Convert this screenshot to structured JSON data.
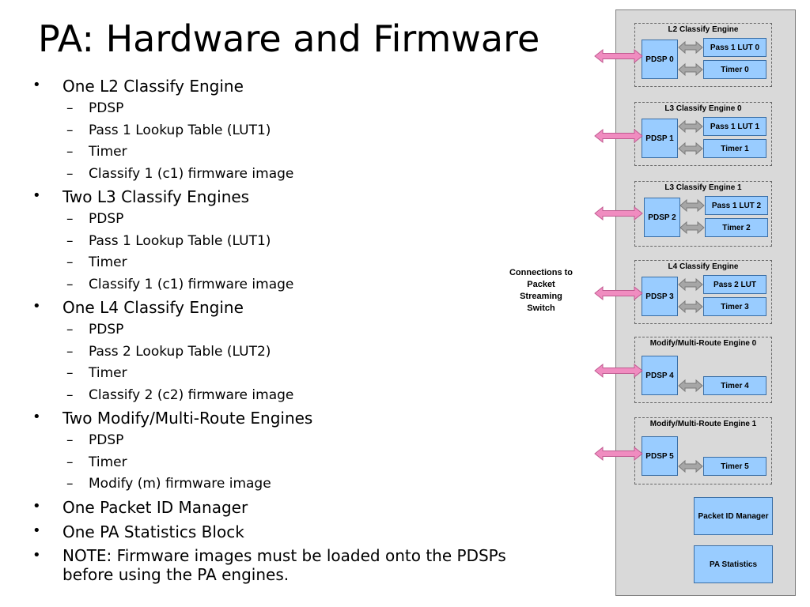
{
  "title": "PA: Hardware and Firmware",
  "bullets": [
    {
      "text": "One L2 Classify Engine",
      "subs": [
        "PDSP",
        "Pass 1 Lookup Table (LUT1)",
        "Timer",
        "Classify 1 (c1) firmware image"
      ]
    },
    {
      "text": "Two L3 Classify Engines",
      "subs": [
        "PDSP",
        "Pass 1 Lookup Table (LUT1)",
        "Timer",
        "Classify 1 (c1) firmware image"
      ]
    },
    {
      "text": "One L4 Classify Engine",
      "subs": [
        "PDSP",
        "Pass 2 Lookup Table (LUT2)",
        "Timer",
        "Classify 2 (c2) firmware image"
      ]
    },
    {
      "text": "Two Modify/Multi-Route Engines",
      "subs": [
        "PDSP",
        "Timer",
        "Modify (m) firmware image"
      ]
    },
    {
      "text": "One Packet ID Manager",
      "subs": []
    },
    {
      "text": "One PA Statistics Block",
      "subs": []
    },
    {
      "text": "NOTE: Firmware images must be loaded onto the PDSPs before using the PA engines.",
      "subs": []
    }
  ],
  "bullet_mark": "•",
  "sub_mark": "–",
  "connections_label": "Connections to Packet Streaming Switch",
  "diagram": {
    "engines": [
      {
        "title": "L2 Classify Engine",
        "pdsp": "PDSP 0",
        "lut": "Pass 1 LUT 0",
        "timer": "Timer 0"
      },
      {
        "title": "L3 Classify Engine 0",
        "pdsp": "PDSP 1",
        "lut": "Pass 1 LUT 1",
        "timer": "Timer 1"
      },
      {
        "title": "L3 Classify Engine 1",
        "pdsp": "PDSP 2",
        "lut": "Pass 1 LUT 2",
        "timer": "Timer 2"
      },
      {
        "title": "L4 Classify Engine",
        "pdsp": "PDSP 3",
        "lut": "Pass 2 LUT",
        "timer": "Timer 3"
      },
      {
        "title": "Modify/Multi-Route Engine 0",
        "pdsp": "PDSP 4",
        "lut": "",
        "timer": "Timer 4"
      },
      {
        "title": "Modify/Multi-Route Engine 1",
        "pdsp": "PDSP 5",
        "lut": "",
        "timer": "Timer 5"
      }
    ],
    "packet_id_manager": "Packet ID Manager",
    "pa_statistics": "PA Statistics"
  },
  "colors": {
    "block_fill": "#99ccff",
    "panel_fill": "#d9d9d9",
    "external_arrow": "#f08cc0",
    "internal_arrow": "#a6a6a6"
  }
}
